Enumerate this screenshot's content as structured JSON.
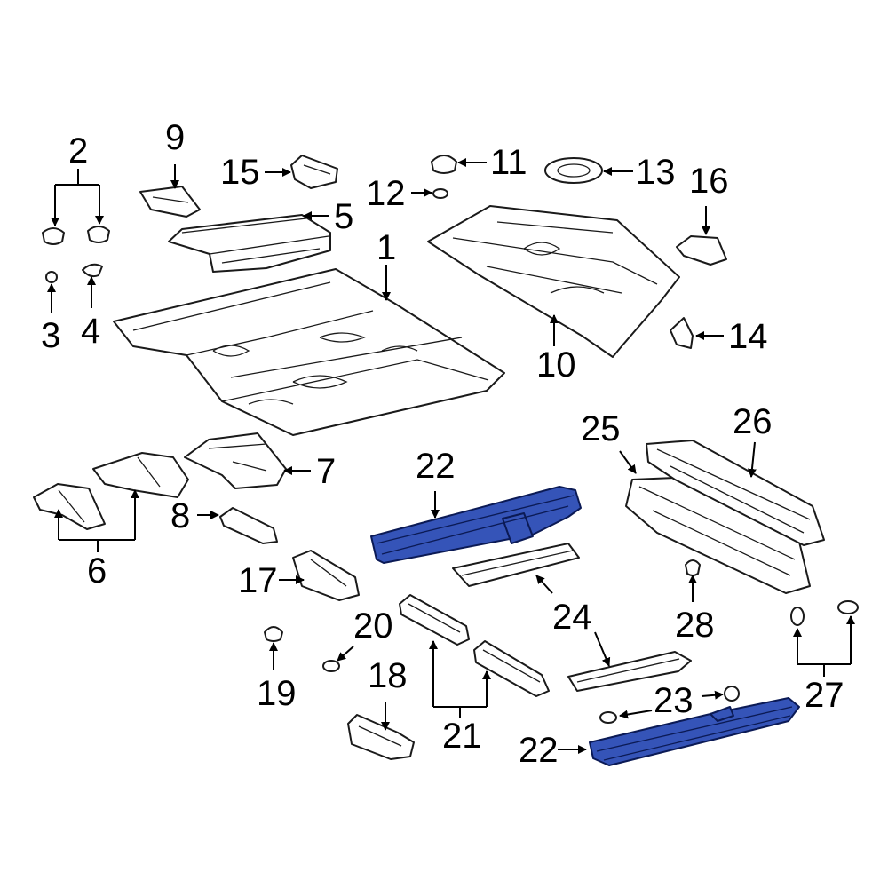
{
  "colors": {
    "highlight": "#3554b8",
    "highlight_stroke": "#0b1a55",
    "line": "#1a1a1a",
    "background": "#ffffff"
  },
  "callouts": {
    "c1": "1",
    "c2": "2",
    "c3": "3",
    "c4": "4",
    "c5": "5",
    "c6": "6",
    "c7": "7",
    "c8": "8",
    "c9": "9",
    "c10": "10",
    "c11": "11",
    "c12": "12",
    "c13": "13",
    "c14": "14",
    "c15": "15",
    "c16": "16",
    "c17": "17",
    "c18": "18",
    "c19": "19",
    "c20": "20",
    "c21": "21",
    "c22_top": "22",
    "c22_bottom": "22",
    "c23": "23",
    "c24": "24",
    "c25": "25",
    "c26": "26",
    "c27": "27",
    "c28": "28"
  },
  "highlighted_parts": [
    "22"
  ]
}
